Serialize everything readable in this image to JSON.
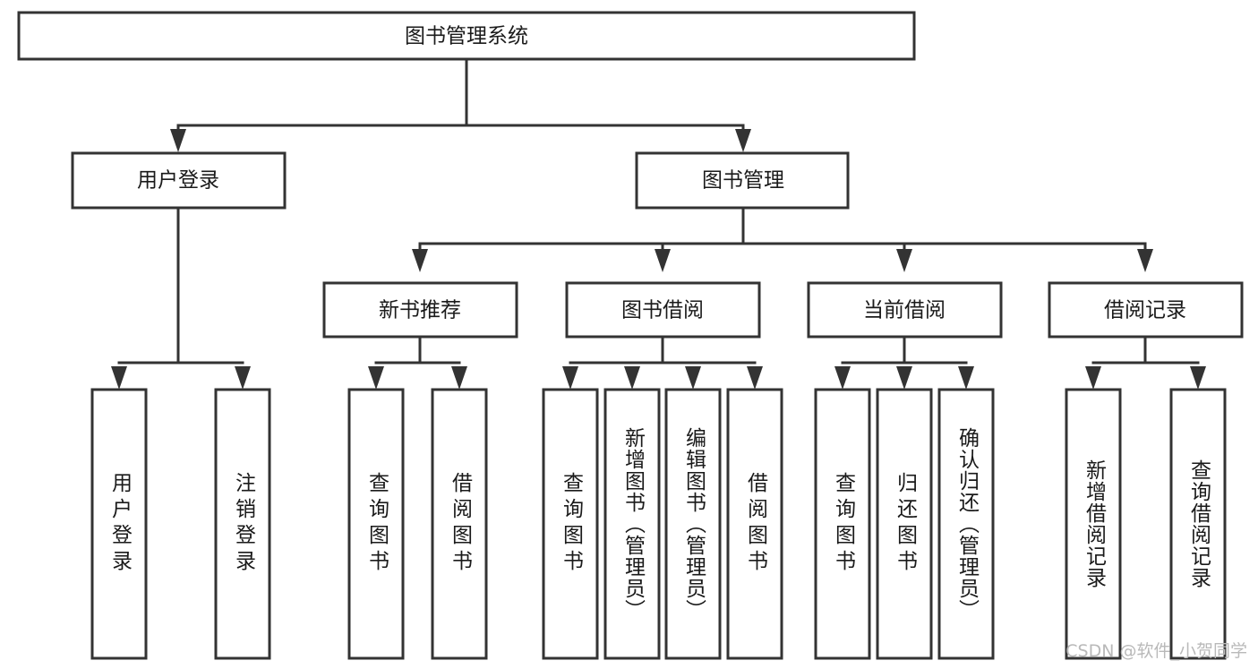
{
  "diagram": {
    "title": "图书管理系统",
    "type": "tree",
    "watermark": "CSDN @软件_小贺同学",
    "colors": {
      "stroke": "#333333",
      "fill": "#ffffff",
      "text": "#1a1a1a",
      "watermark": "#b9b9b9",
      "background": "#ffffff"
    },
    "levels": {
      "root": {
        "label": "图书管理系统"
      },
      "level2": [
        {
          "label": "用户登录"
        },
        {
          "label": "图书管理"
        }
      ],
      "level3": [
        {
          "label": "新书推荐"
        },
        {
          "label": "图书借阅"
        },
        {
          "label": "当前借阅"
        },
        {
          "label": "借阅记录"
        }
      ],
      "leaves": [
        {
          "label": "用户登录",
          "parent": "用户登录"
        },
        {
          "label": "注销登录",
          "parent": "用户登录"
        },
        {
          "label": "查询图书",
          "parent": "新书推荐"
        },
        {
          "label": "借阅图书",
          "parent": "新书推荐"
        },
        {
          "label": "查询图书",
          "parent": "图书借阅"
        },
        {
          "label": "新增图书（管理员）",
          "parent": "图书借阅"
        },
        {
          "label": "编辑图书（管理员）",
          "parent": "图书借阅"
        },
        {
          "label": "借阅图书",
          "parent": "图书借阅"
        },
        {
          "label": "查询图书",
          "parent": "当前借阅"
        },
        {
          "label": "归还图书",
          "parent": "当前借阅"
        },
        {
          "label": "确认归还（管理员）",
          "parent": "当前借阅"
        },
        {
          "label": "新增借阅记录",
          "parent": "借阅记录"
        },
        {
          "label": "查询借阅记录",
          "parent": "借阅记录"
        }
      ]
    }
  }
}
